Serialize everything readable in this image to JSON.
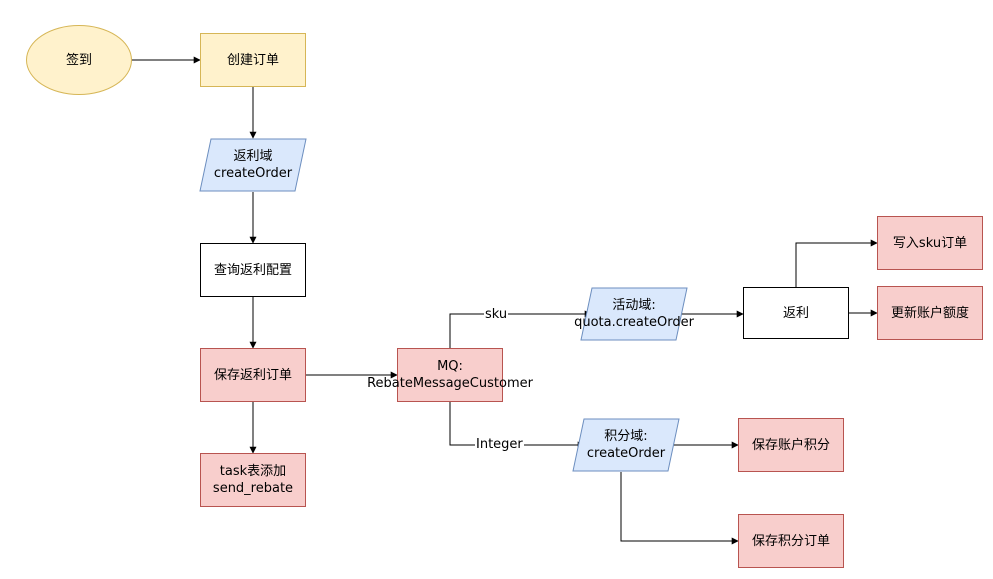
{
  "nodes": {
    "signin": "签到",
    "create_order": "创建订单",
    "rebate_domain_line1": "返利域",
    "rebate_domain_line2": "createOrder",
    "query_config": "查询返利配置",
    "save_rebate_order": "保存返利订单",
    "task_line1": "task表添加",
    "task_line2": "send_rebate",
    "mq_line1": "MQ:",
    "mq_line2": "RebateMessageCustomer",
    "activity_line1": "活动域:",
    "activity_line2": "quota.createOrder",
    "rebate": "返利",
    "write_sku": "写入sku订单",
    "update_quota": "更新账户额度",
    "points_line1": "积分域:",
    "points_line2": "createOrder",
    "save_points": "保存账户积分",
    "save_points_order": "保存积分订单"
  },
  "edge_labels": {
    "sku": "sku",
    "integer": "Integer"
  },
  "colors": {
    "yellow_fill": "#fff2cc",
    "yellow_stroke": "#d6b656",
    "red_fill": "#f8cecc",
    "red_stroke": "#b85450",
    "blue_fill": "#dae8fc",
    "blue_stroke": "#6c8ebf"
  }
}
